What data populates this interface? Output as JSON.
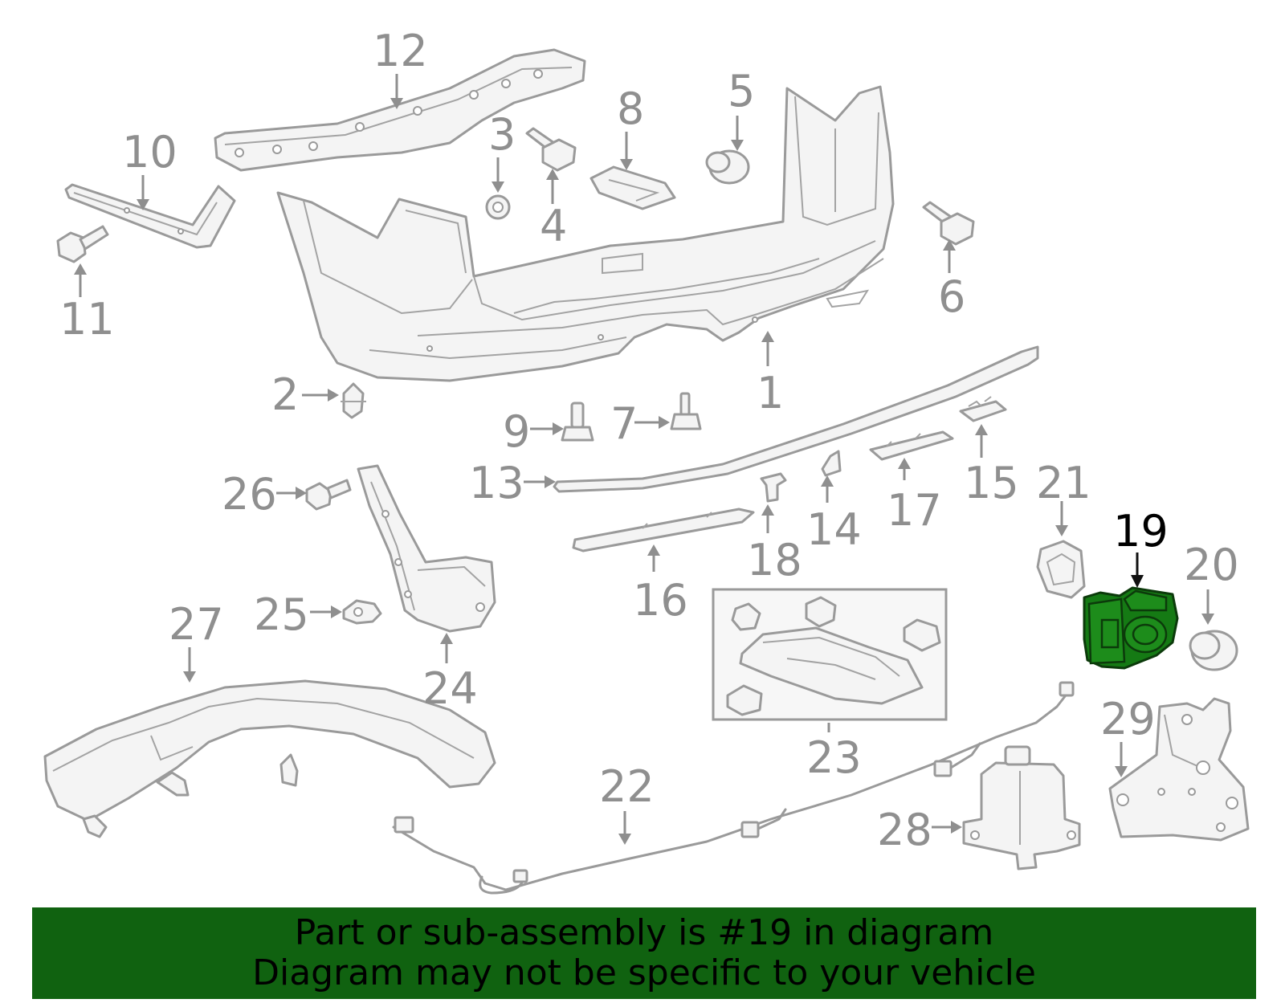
{
  "callouts": [
    {
      "id": "1",
      "label": "1"
    },
    {
      "id": "2",
      "label": "2"
    },
    {
      "id": "3",
      "label": "3"
    },
    {
      "id": "4",
      "label": "4"
    },
    {
      "id": "5",
      "label": "5"
    },
    {
      "id": "6",
      "label": "6"
    },
    {
      "id": "7",
      "label": "7"
    },
    {
      "id": "8",
      "label": "8"
    },
    {
      "id": "9",
      "label": "9"
    },
    {
      "id": "10",
      "label": "10"
    },
    {
      "id": "11",
      "label": "11"
    },
    {
      "id": "12",
      "label": "12"
    },
    {
      "id": "13",
      "label": "13"
    },
    {
      "id": "14",
      "label": "14"
    },
    {
      "id": "15",
      "label": "15"
    },
    {
      "id": "16",
      "label": "16"
    },
    {
      "id": "17",
      "label": "17"
    },
    {
      "id": "18",
      "label": "18"
    },
    {
      "id": "19",
      "label": "19"
    },
    {
      "id": "20",
      "label": "20"
    },
    {
      "id": "21",
      "label": "21"
    },
    {
      "id": "22",
      "label": "22"
    },
    {
      "id": "23",
      "label": "23"
    },
    {
      "id": "24",
      "label": "24"
    },
    {
      "id": "25",
      "label": "25"
    },
    {
      "id": "26",
      "label": "26"
    },
    {
      "id": "27",
      "label": "27"
    },
    {
      "id": "28",
      "label": "28"
    },
    {
      "id": "29",
      "label": "29"
    }
  ],
  "highlight": {
    "part": "19",
    "color": "#157a14",
    "banner_color": "#106210"
  },
  "banner": {
    "line1": "Part or sub-assembly is #19 in diagram",
    "line2": "Diagram may not be specific to your vehicle"
  }
}
